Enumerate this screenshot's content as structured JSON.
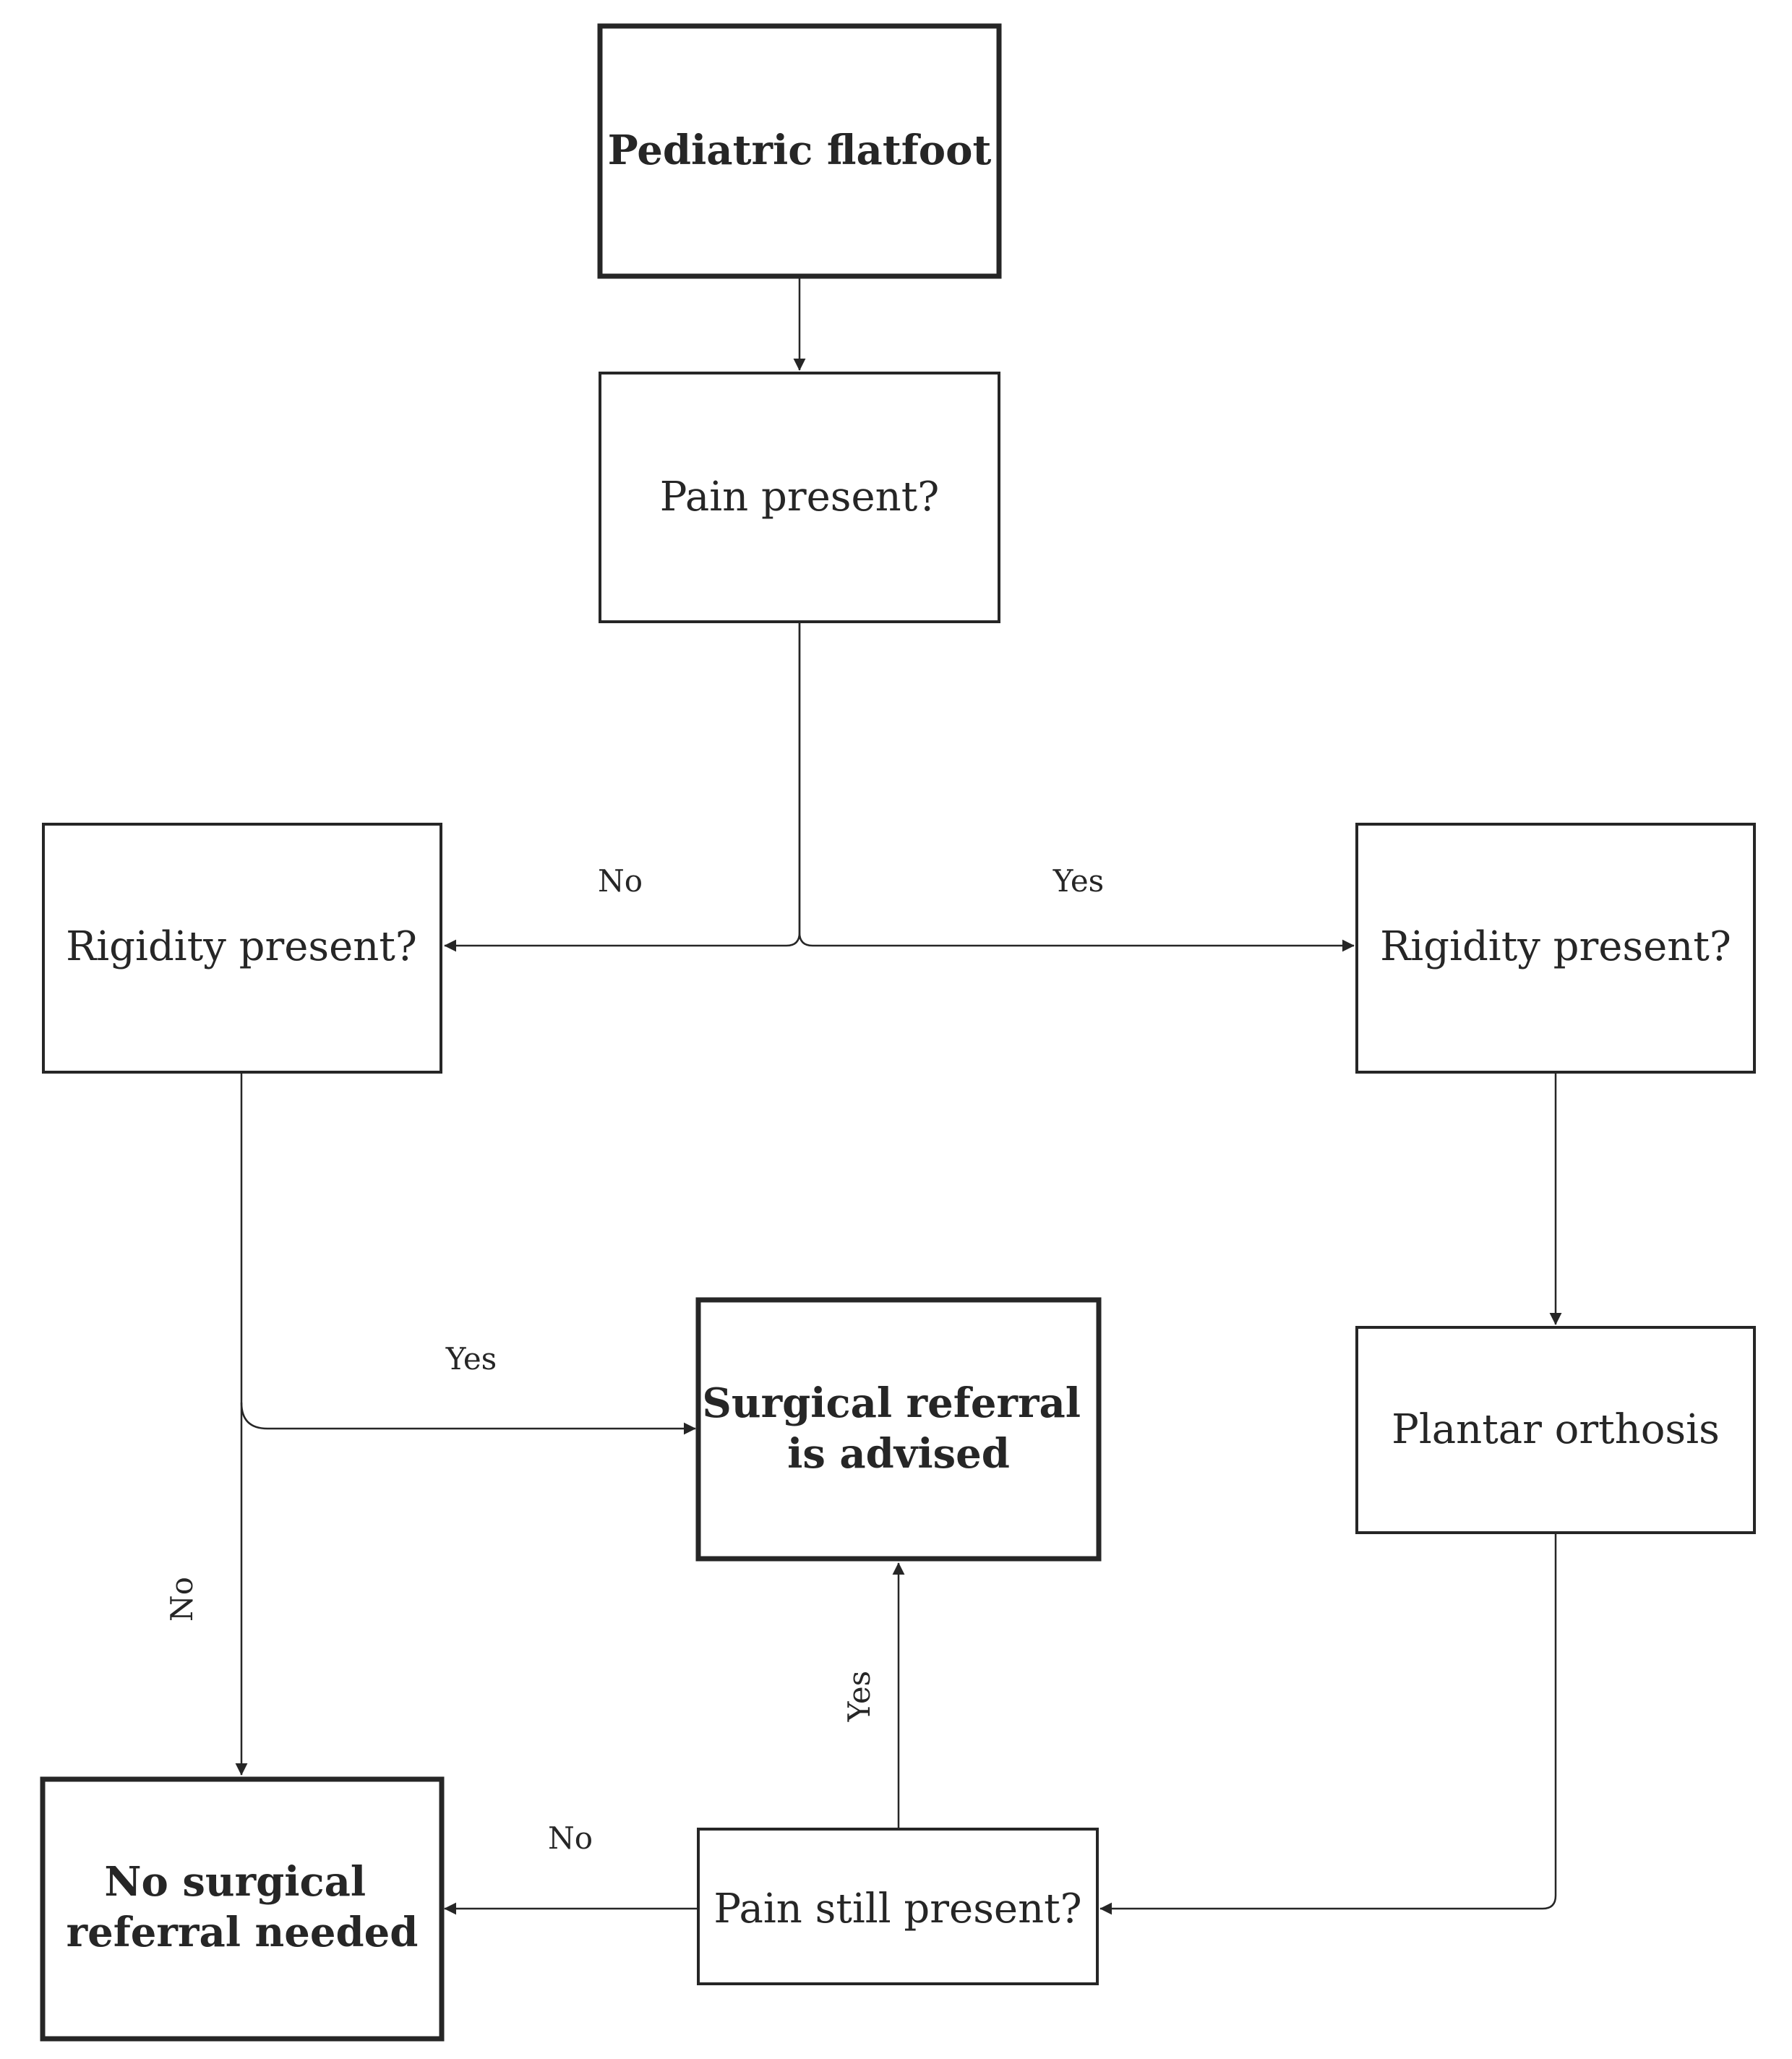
{
  "nodes": {
    "start": [
      "Pediatric flatfoot"
    ],
    "pain": [
      "Pain present?"
    ],
    "rigidity_no_pain": [
      "Rigidity present?"
    ],
    "rigidity_pain": [
      "Rigidity present?"
    ],
    "surgical": [
      "Surgical referral",
      "is advised"
    ],
    "orthosis": [
      "Plantar orthosis"
    ],
    "no_surgical": [
      "No surgical",
      "referral needed"
    ],
    "pain_still": [
      "Pain still present?"
    ]
  },
  "edges": {
    "pain_to_left": "No",
    "pain_to_right": "Yes",
    "left_rigidity_yes": "Yes",
    "left_rigidity_no": "No",
    "pain_still_yes": "Yes",
    "pain_still_no": "No"
  },
  "colors": {
    "stroke": "#262626",
    "background": "#ffffff"
  }
}
